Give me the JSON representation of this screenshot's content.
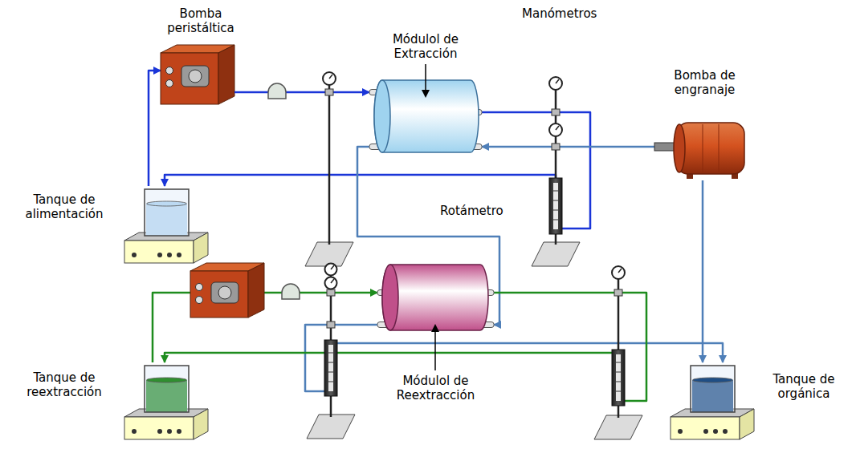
{
  "diagram": {
    "nodes": [
      {
        "text": [
          "Bomba peristáltica"
        ]
      },
      {
        "text": [
          "Módulol de Extracción"
        ]
      },
      {
        "text": [
          "Bomba de engranaje"
        ]
      },
      {
        "text": [
          "Tanque de alimentación"
        ]
      },
      {
        "text": [
          "Módulol de Reextracción"
        ]
      },
      {
        "text": [
          "Tanque de reextracción"
        ]
      },
      {
        "text": [
          "Tanque de orgánica"
        ]
      }
    ],
    "edges": [
      {
        "from": 3,
        "to": 0,
        "arrow": "to"
      },
      {
        "from": 0,
        "to": 1,
        "arrow": "to"
      },
      {
        "from": 1,
        "to": 3,
        "arrow": "to"
      },
      {
        "from": 2,
        "to": 1,
        "arrow": "to"
      },
      {
        "from": 1,
        "to": 4,
        "arrow": "to"
      },
      {
        "from": 4,
        "to": 6,
        "arrow": "to"
      },
      {
        "from": 2,
        "to": 6,
        "arrow": "to"
      },
      {
        "from": 5,
        "to": 4,
        "arrow": "to"
      },
      {
        "from": 4,
        "to": 5,
        "arrow": "to"
      }
    ],
    "labels": [
      "Manómetros",
      "Rotámetro"
    ]
  }
}
